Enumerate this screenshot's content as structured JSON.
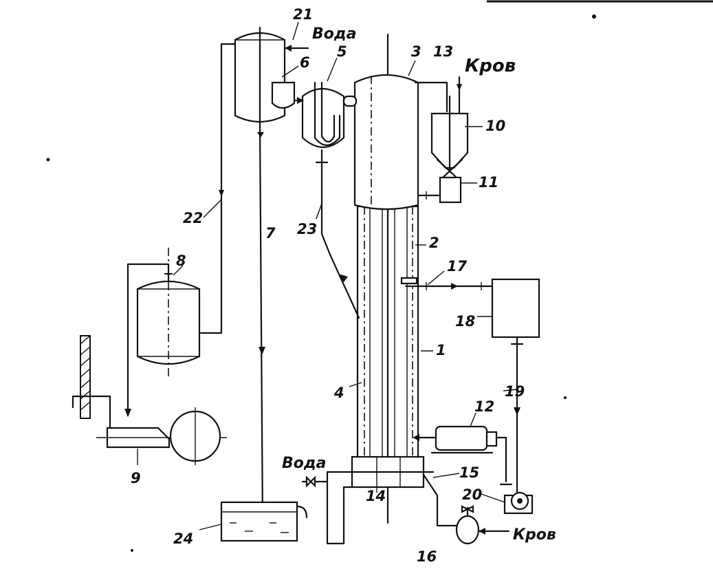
{
  "labels": {
    "n1": "1",
    "n2": "2",
    "n3": "3",
    "n4": "4",
    "n5": "5",
    "n6": "6",
    "n7": "7",
    "n8": "8",
    "n9": "9",
    "n10": "10",
    "n11": "11",
    "n12": "12",
    "n13": "13",
    "n14": "14",
    "n15": "15",
    "n16": "16",
    "n17": "17",
    "n18": "18",
    "n19": "19",
    "n20": "20",
    "n21": "21",
    "n22": "22",
    "n23": "23",
    "n24": "24"
  },
  "words": {
    "water_top": "Вода",
    "blood_top": "Кров",
    "water_bottom": "Вода",
    "blood_bottom": "Кров"
  }
}
